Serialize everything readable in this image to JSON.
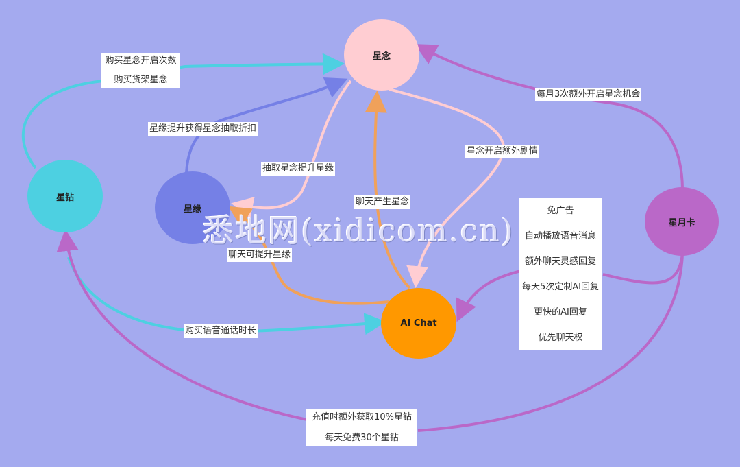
{
  "colors": {
    "background": "#a4aaef",
    "xingnian": "#ffcdd2",
    "xingzuan": "#4dd0e1",
    "xingyuan": "#7580e6",
    "aichat": "#ff9800",
    "xingyueka": "#ba68c8",
    "edge_cyan": "#4dd0e1",
    "edge_blue": "#7580e6",
    "edge_pink": "#ffcdd2",
    "edge_orange": "#f0a15a",
    "edge_purple": "#ba68c8"
  },
  "nodes": {
    "xingnian": "星念",
    "xingzuan": "星钻",
    "xingyuan": "星缘",
    "aichat": "AI Chat",
    "xingyueka": "星月卡"
  },
  "edges": {
    "zuan_to_nian": [
      "购买星念开启次数",
      "购买货架星念"
    ],
    "yuan_to_nian": "星缘提升获得星念抽取折扣",
    "nian_to_yuan": "抽取星念提升星缘",
    "chat_to_nian": "聊天产生星念",
    "nian_to_chat": "星念开启额外剧情",
    "chat_to_yuan": "聊天可提升星缘",
    "zuan_to_chat": "购买语音通话时长",
    "card_to_nian": "每月3次额外开启星念机会",
    "card_to_chat": [
      "免广告",
      "自动播放语音消息",
      "额外聊天灵感回复",
      "每天5次定制AI回复",
      "更快的AI回复",
      "优先聊天权"
    ],
    "card_to_zuan": [
      "充值时额外获取10%星钻",
      "每天免费30个星钻"
    ]
  },
  "watermark": "悉地网(xidicom.cn)"
}
